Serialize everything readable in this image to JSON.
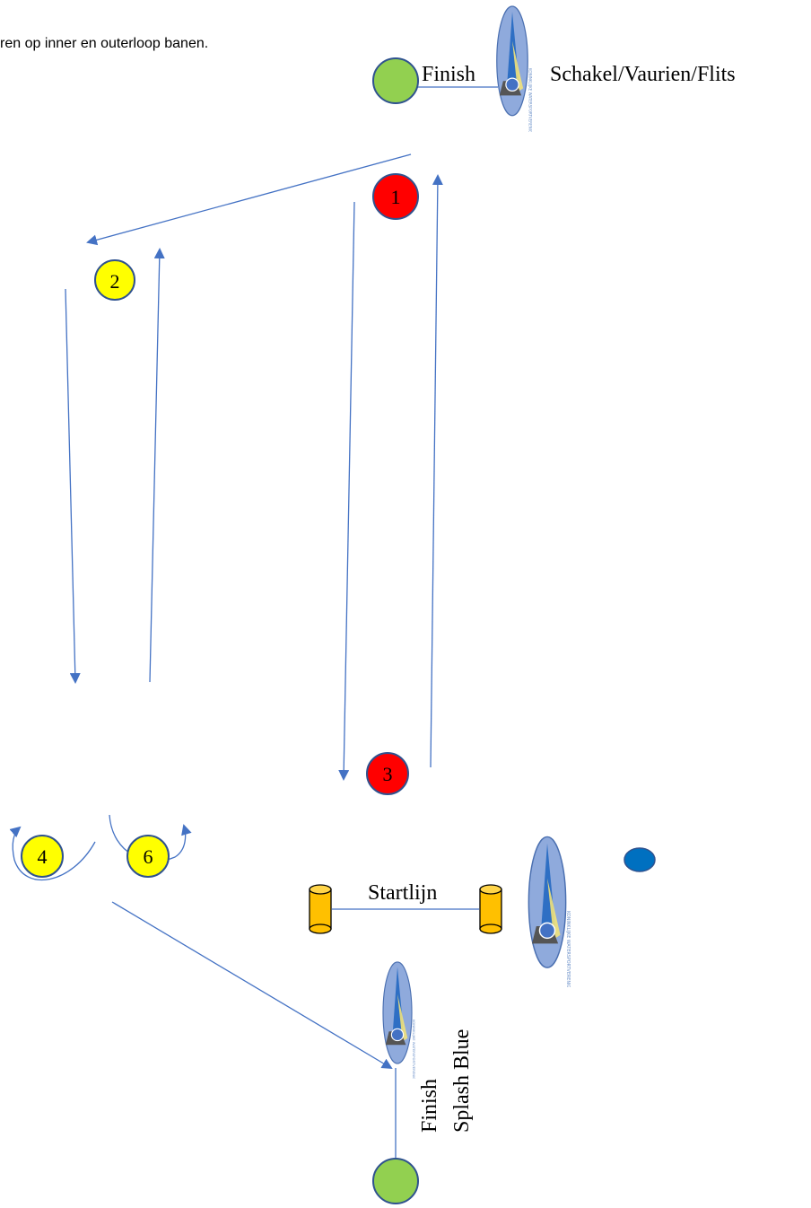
{
  "intro_text": "ren op inner en outerloop banen.",
  "finish_top": {
    "label": "Finish",
    "class_label": "Schakel/Vaurien/Flits"
  },
  "finish_bottom": {
    "label": "Finish",
    "class_label": "Splash Blue"
  },
  "startline": {
    "label": "Startlijn"
  },
  "marks": [
    {
      "id": "1",
      "label": "1",
      "color": "#ff0000"
    },
    {
      "id": "2",
      "label": "2",
      "color": "#ffff00"
    },
    {
      "id": "3",
      "label": "3",
      "color": "#ff0000"
    },
    {
      "id": "4",
      "label": "4",
      "color": "#ffff00"
    },
    {
      "id": "6",
      "label": "6",
      "color": "#ffff00"
    }
  ],
  "colors": {
    "finish_buoy": "#92d050",
    "start_buoy": "#ffc000",
    "course_line": "#4472c4",
    "blue_buoy": "#0070c0",
    "logo_oval": "#8faadc",
    "logo_sail": "#2e6fc4"
  },
  "icons": {
    "committee_boat": "committee-boat-icon",
    "start_buoy": "cylinder-buoy-icon"
  }
}
